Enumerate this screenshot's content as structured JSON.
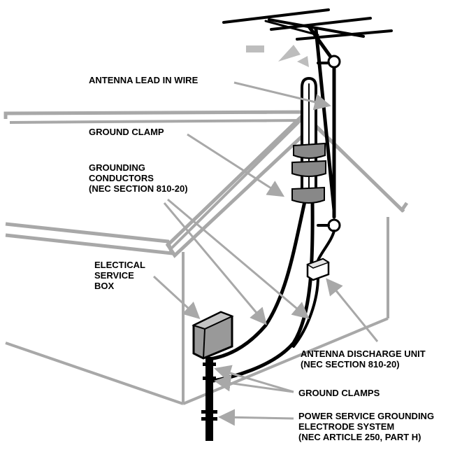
{
  "labels": {
    "lead_in_wire": "ANTENNA LEAD IN WIRE",
    "ground_clamp": "GROUND CLAMP",
    "grounding_conductors_1": "GROUNDING",
    "grounding_conductors_2": "CONDUCTORS",
    "grounding_conductors_3": "(NEC SECTION 810-20)",
    "service_box_1": "ELECTICAL",
    "service_box_2": "SERVICE",
    "service_box_3": "BOX",
    "discharge_unit_1": "ANTENNA DISCHARGE UNIT",
    "discharge_unit_2": "(NEC SECTION 810-20)",
    "ground_clamps": "GROUND CLAMPS",
    "electrode_1": "POWER SERVICE GROUNDING",
    "electrode_2": "ELECTRODE SYSTEM",
    "electrode_3": "(NEC ARTICLE 250, PART H)"
  },
  "colors": {
    "house_outline": "#a8a8a8",
    "clamp_fill": "#888888",
    "box_fill": "#999999",
    "ink": "#000000"
  }
}
